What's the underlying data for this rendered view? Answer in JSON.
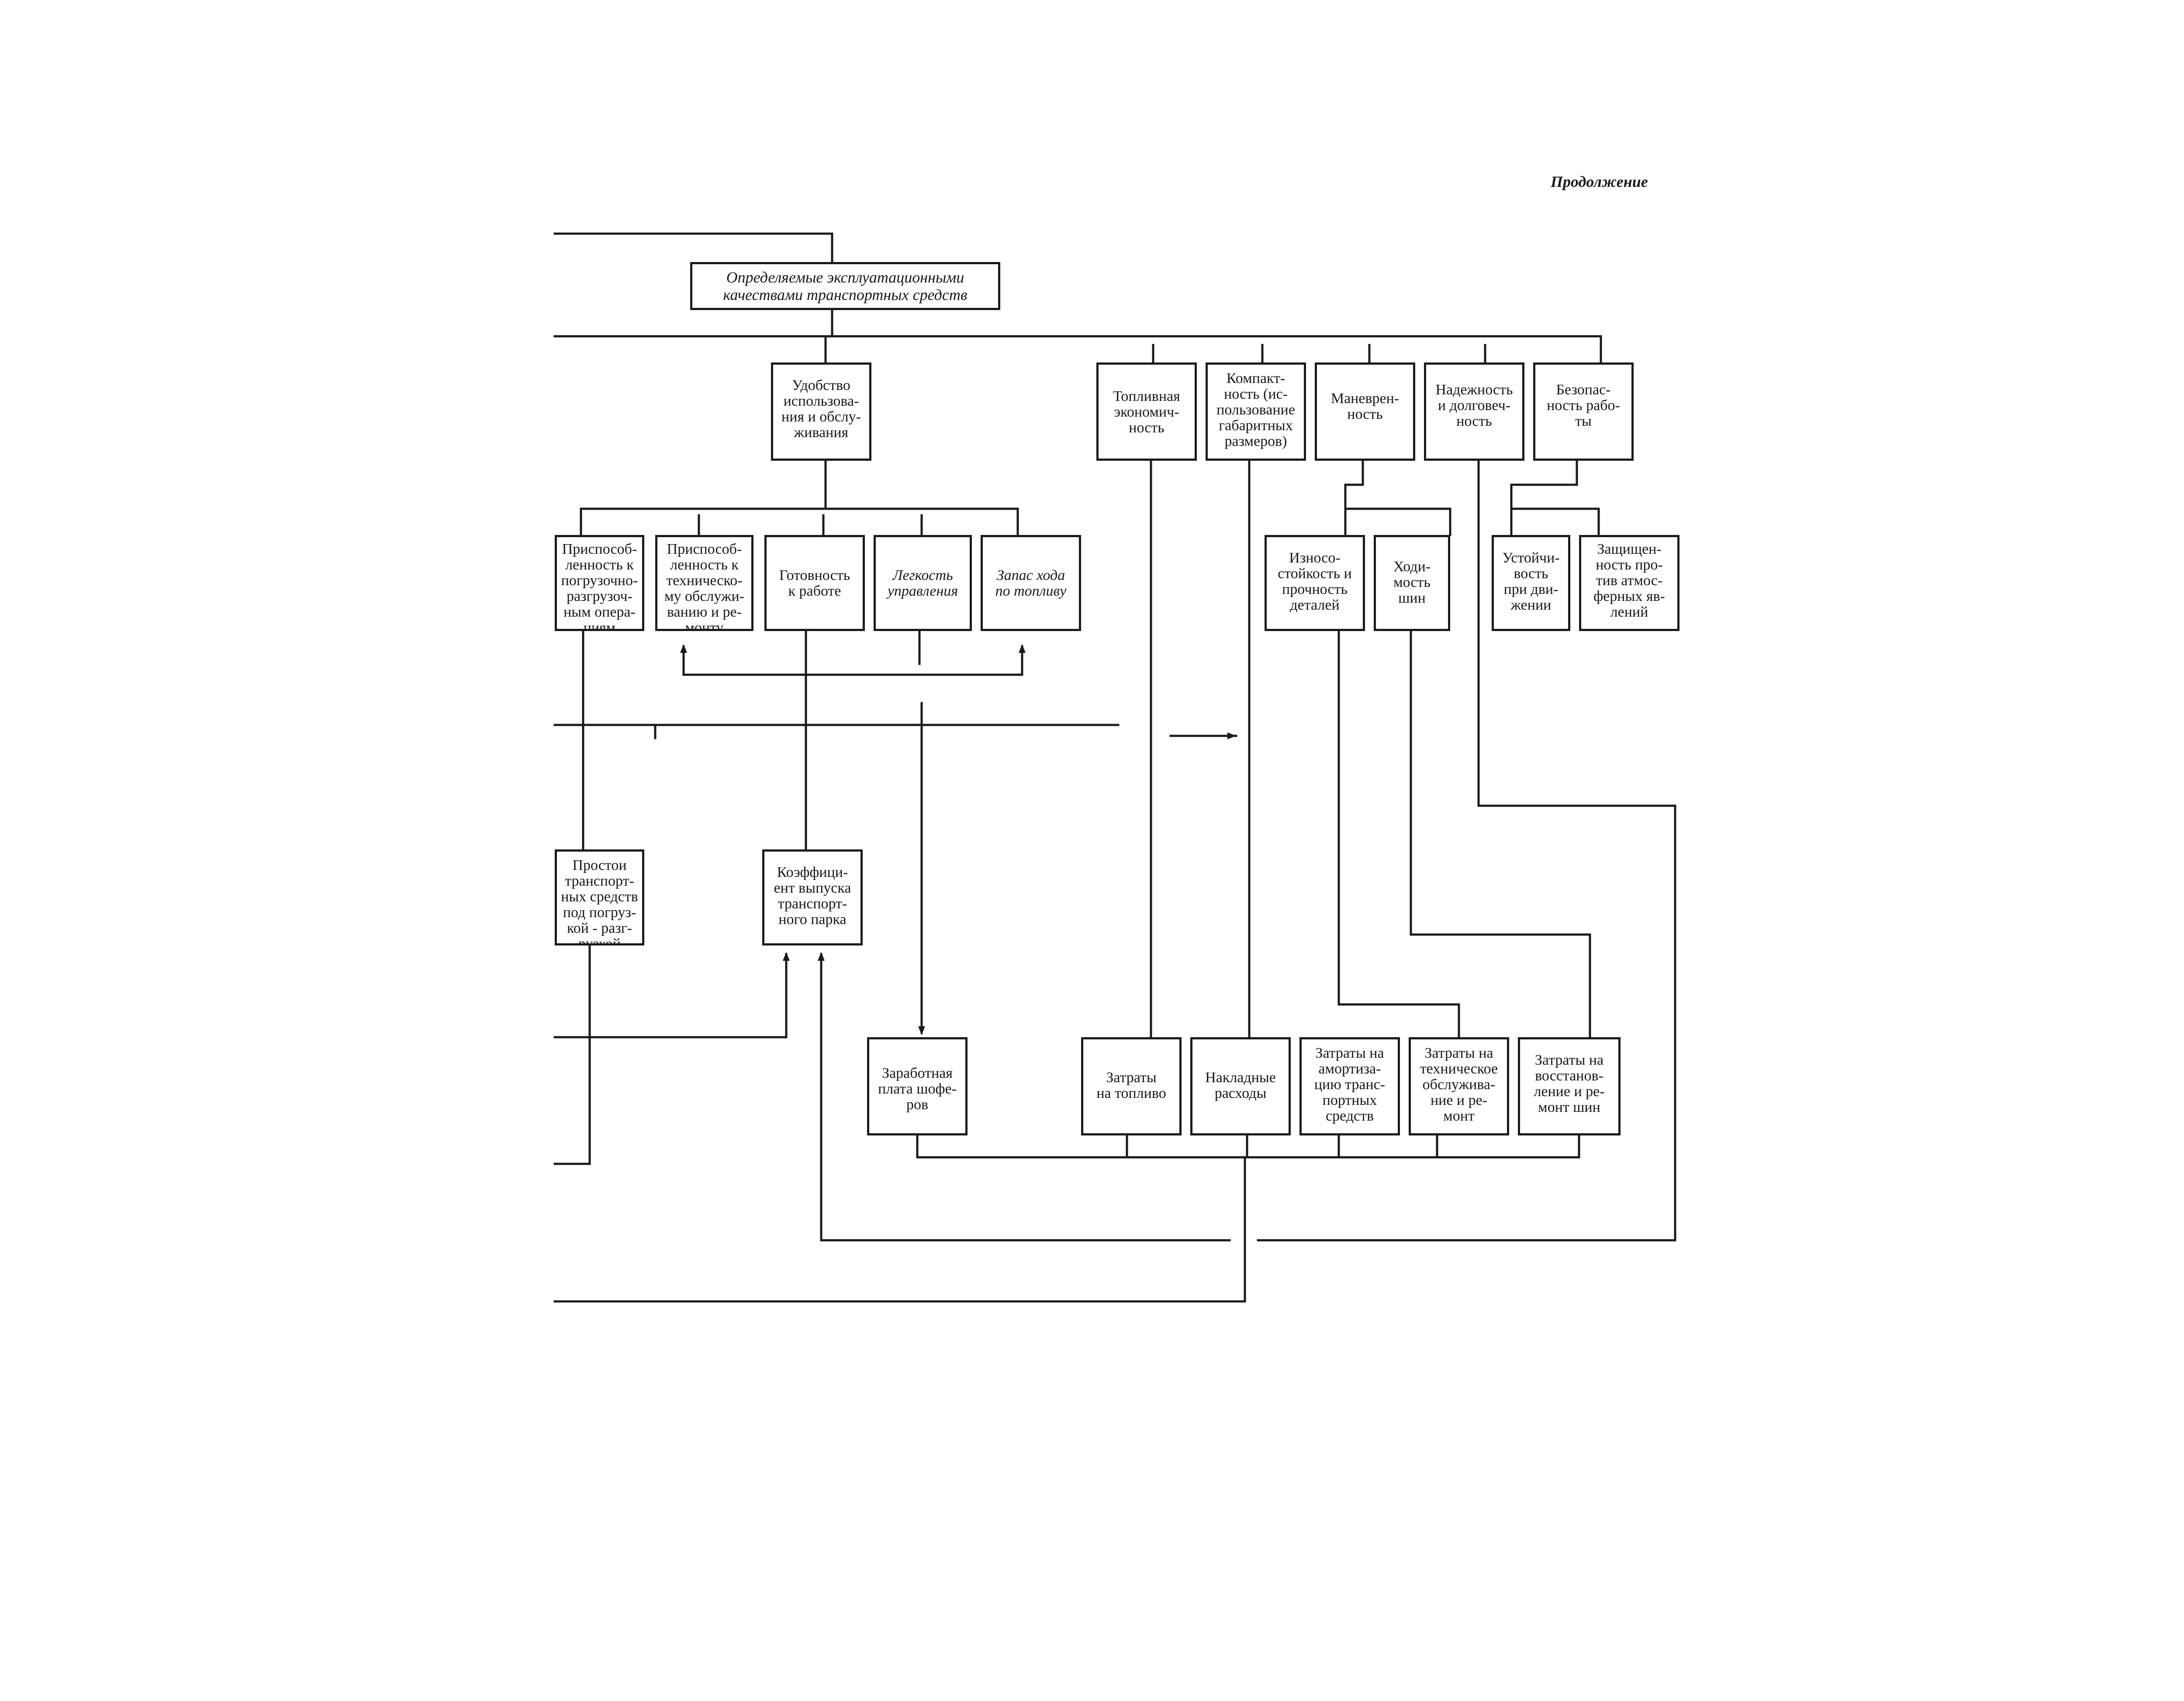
{
  "header": {
    "continuation": "Продолжение"
  },
  "nodes": {
    "root": "Определяемые эксплуатационными\nкачествами транспортных средств",
    "udobstvo": "Удобство\nиспользова-\nния и обслу-\nживания",
    "toplivnaya": "Топливная\nэкономич-\nность",
    "kompaktnost": "Компакт-\nность (ис-\nпользование\nгабаритных\nразмеров)",
    "manevrennost": "Маневрен-\nность",
    "nadezhnost": "Надежность\nи долговеч-\nность",
    "bezopasnost": "Безопас-\nность рабо-\nты",
    "prisp_pogruz": "Приспособ-\nленность к\nпогрузочно-\nразгрузоч-\nным опера-\nциям",
    "prisp_tech": "Приспособ-\nленность к\nтехническо-\nму обслужи-\nванию и ре-\nмонту",
    "gotovnost": "Готовность\nк работе",
    "legkost": "Легкость\nуправления",
    "zapas": "Запас хода\nпо топливу",
    "iznos": "Износо-\nстойкость и\nпрочность\nдеталей",
    "khodimost": "Ходи-\nмость\nшин",
    "ustoich": "Устойчи-\nвость\nпри дви-\nжении",
    "zashch": "Защищен-\nность про-\nтив атмос-\nферных яв-\nлений",
    "prostoi": "Простои\nтранспорт-\nных средств\nпод погруз-\nкой - разг-\nрузкой",
    "koeff": "Коэффици-\nент выпуска\nтранспорт-\nного парка",
    "zarplata": "Заработная\nплата шофе-\nров",
    "zatr_toplivo": "Затраты\nна топливо",
    "nakladnye": "Накладные\nрасходы",
    "zatr_amort": "Затраты на\nамортиза-\nцию транс-\nпортных\nсредств",
    "zatr_tech": "Затраты на\nтехническое\nобслужива-\nние и ре-\nмонт",
    "zatr_shiny": "Затраты на\nвосстанов-\nление и ре-\nмонт шин"
  }
}
